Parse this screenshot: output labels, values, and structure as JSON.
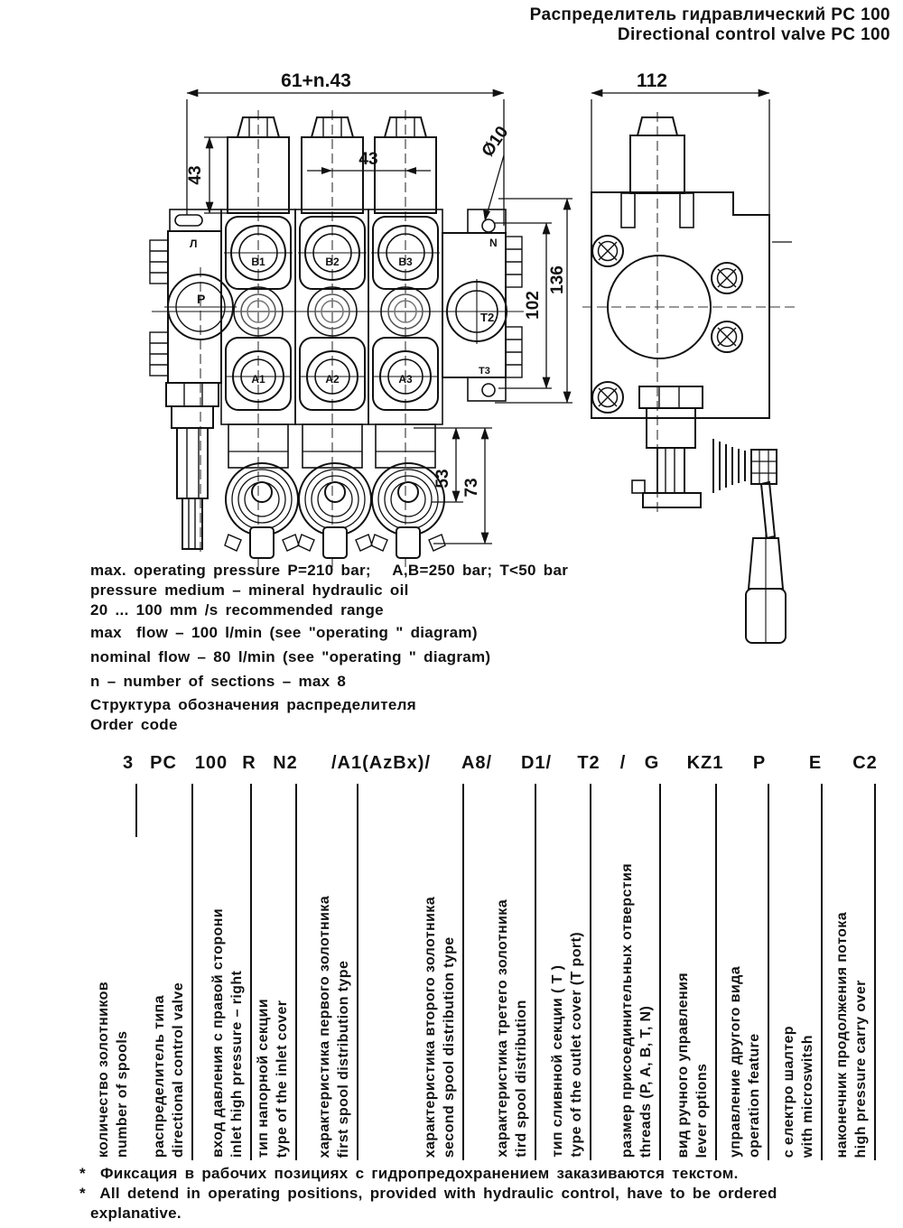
{
  "title": {
    "ru": "Распределитель гидравлический  PC 100",
    "en": "Directional control valve  PC 100"
  },
  "drawing": {
    "front_view": {
      "ports": {
        "l": "Л",
        "b1": "B1",
        "b2": "B2",
        "b3": "B3",
        "n": "N",
        "p": "P",
        "t2": "T2",
        "a1": "A1",
        "a2": "A2",
        "a3": "A3",
        "t3": "T3"
      },
      "dims": {
        "overall_width": "61+n.43",
        "coil_height": "43",
        "section_pitch": "43",
        "hole": "Ø10",
        "h102": "102",
        "h136": "136",
        "d53": "53",
        "d73": "73"
      }
    },
    "side_view": {
      "dims": {
        "width": "112"
      }
    }
  },
  "specs": {
    "lines": [
      "max. operating pressure P=210 bar;   A,B=250 bar; T<50 bar",
      "pressure medium – mineral hydraulic oil",
      "20 ... 100 mm /s recommended range",
      "max  flow – 100 l/min (see \"operating \" diagram)",
      "nominal flow – 80 l/min (see \"operating \" diagram)",
      "n – number of sections – max 8"
    ]
  },
  "order_code": {
    "heading_ru": "Структура обозначения распределителя",
    "heading_en": "Order code",
    "tokens": [
      "3",
      "PC",
      "100",
      "R",
      "N2",
      "/A1(AzBx)/",
      "A8/",
      "D1/",
      "T2",
      "/",
      "G",
      "KZ1",
      "P",
      "E",
      "C2"
    ],
    "columns": [
      {
        "ru": "количество золотников",
        "en": "number of spools"
      },
      {
        "ru": "распределитель типа",
        "en": "directional control valve"
      },
      {
        "ru": "вход давления с правой сторони",
        "en": "inlet high pressure – right"
      },
      {
        "ru": "тип напорной секции",
        "en": "type of the inlet cover"
      },
      {
        "ru": "характеристика первого золотника",
        "en": "first spool distribution type"
      },
      {
        "ru": "характеристика второго золотника",
        "en": "second spool distribution type"
      },
      {
        "ru": "характеристика третего золотника",
        "en": "tird spool distribution"
      },
      {
        "ru": "тип сливнной секции ( Т )",
        "en": "type of the outlet cover (T port)"
      },
      {
        "ru": "размер присоединительных отверстия",
        "en": "threads (P, A, B, T, N)"
      },
      {
        "ru": "вид ручного управления",
        "en": "lever options"
      },
      {
        "ru": "управление другого вида",
        "en": "operation feature"
      },
      {
        "ru": "с електро шалтер",
        "en": "with microswitsh"
      },
      {
        "ru": "наконечник продолжения потока",
        "en": "high pressure carry over"
      }
    ]
  },
  "footnote": {
    "lines": [
      "*  Фиксация в рабочих позициях с гидропредохранением заказиваются текстом.",
      "*  All detend in operating positions, provided with hydraulic control, have to be ordered",
      "explanative."
    ]
  }
}
